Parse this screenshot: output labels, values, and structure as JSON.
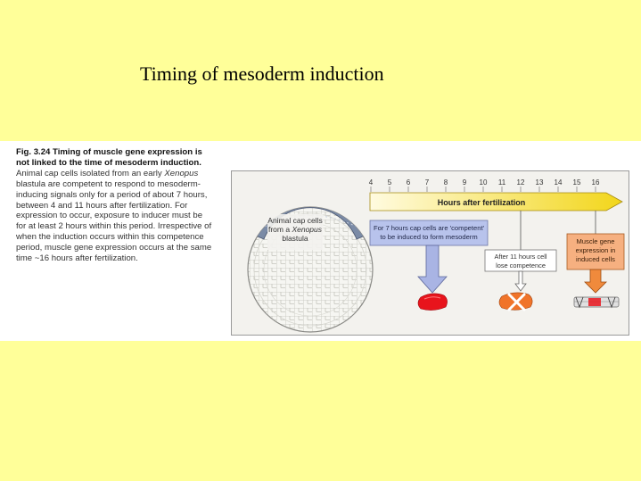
{
  "slide": {
    "title": "Timing of mesoderm induction"
  },
  "caption": {
    "heading": "Fig. 3.24 Timing of muscle gene expression is not linked to the time of mesoderm induction.",
    "body_1": " Animal cap cells isolated from an early ",
    "species": "Xenopus",
    "body_2": " blastula are competent to respond to mesoderm-inducing signals only for a period of about 7 hours, between 4 and 11 hours after fertilization. For expression to occur, exposure to inducer must be for at least 2 hours within this period. Irrespective of when the induction occurs within this competence period, muscle gene expression occurs at the same time ~16 hours after fertilization."
  },
  "figure": {
    "blastula_label": [
      "Animal cap cells",
      "from a",
      "blastula"
    ],
    "blastula_label_species": "Xenopus",
    "timeline_label": "Hours after fertilization",
    "ticks": [
      "4",
      "5",
      "6",
      "7",
      "8",
      "9",
      "10",
      "11",
      "12",
      "13",
      "14",
      "15",
      "16"
    ],
    "competent_box": [
      "For 7 hours cap cells are 'competent'",
      "to be induced to form mesoderm"
    ],
    "lose_box": [
      "After 11 hours cell",
      "lose competence"
    ],
    "muscle_box": [
      "Muscle gene",
      "expression in",
      "induced cells"
    ]
  },
  "colors": {
    "background": "#ffff99",
    "timeline_start": "#fffbe0",
    "timeline_end": "#f2d61a",
    "competent_box": "#b8c3ec",
    "competent_arrow": "#a9b4e4",
    "muscle_box": "#f6b080",
    "muscle_arrow": "#f08a3c",
    "cap_red": "#e8141c",
    "cap_orange": "#f0742a"
  }
}
